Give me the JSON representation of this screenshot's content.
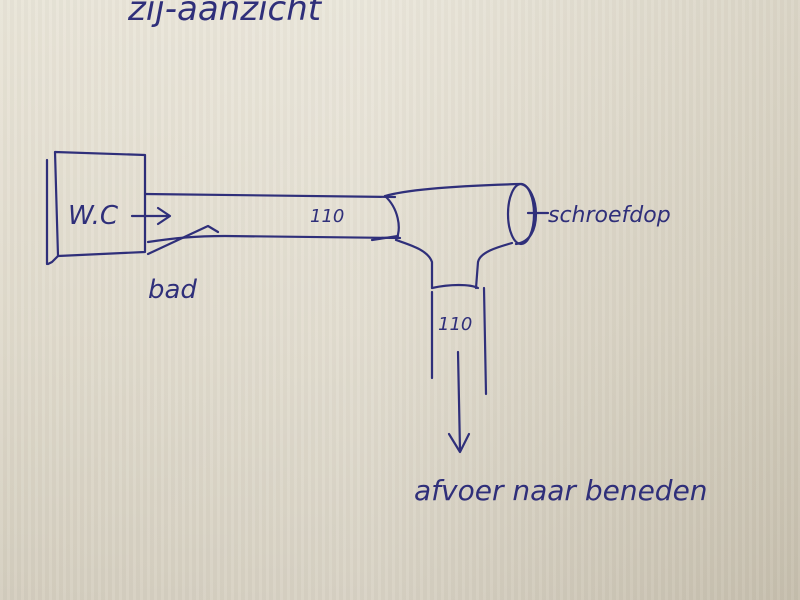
{
  "title": "zij-aanzicht",
  "wc_label": "W.C",
  "bath_label": "bad",
  "pipe_horizontal_label": "110",
  "pipe_vertical_label": "110",
  "cap_label": "schroefdop",
  "drain_label": "afvoer naar beneden",
  "ink_color": "#2f2f7a"
}
